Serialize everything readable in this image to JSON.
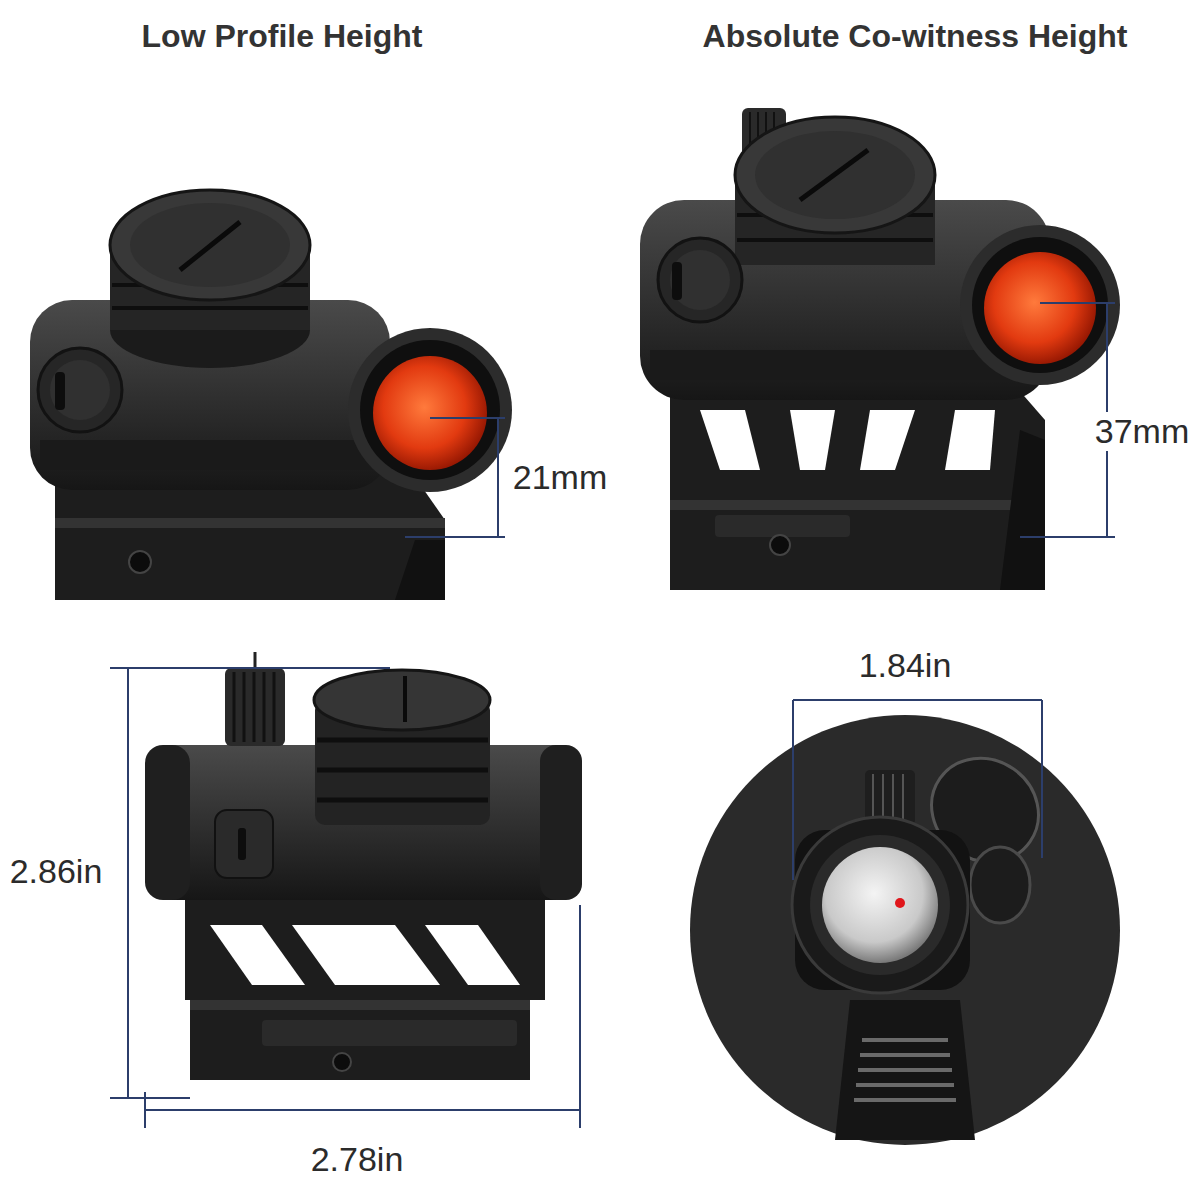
{
  "diagram": {
    "labels": [
      "Low Profile Height",
      "Absolute Co-witness Height",
      "21mm",
      "37mm",
      "2.86in",
      "2.78in",
      "1.84in"
    ]
  }
}
